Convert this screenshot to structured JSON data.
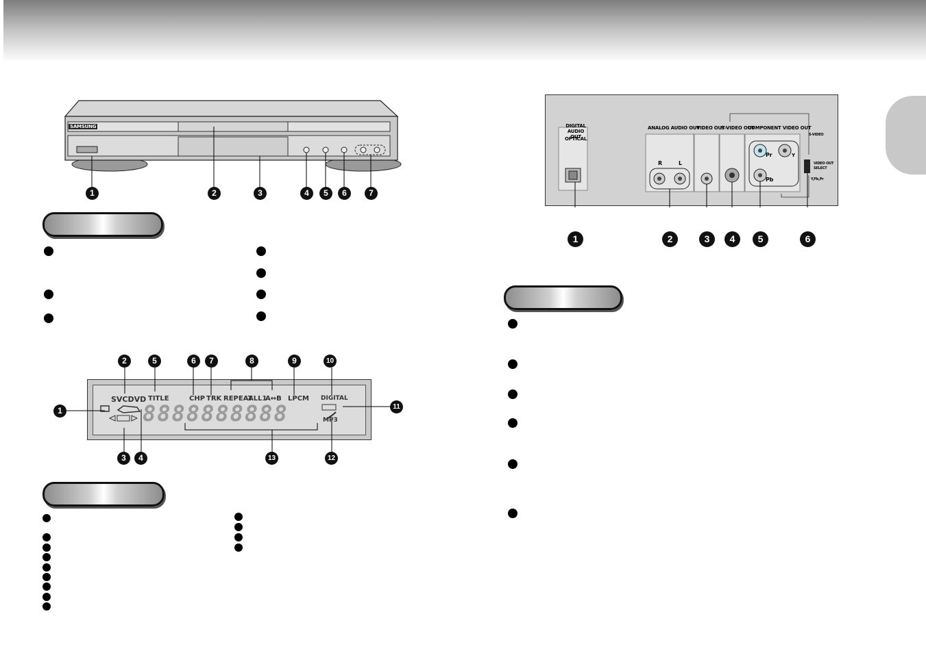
{
  "front_panel": {
    "brand": "SAMSUNG",
    "callouts": [
      "1",
      "2",
      "3",
      "4",
      "5",
      "6",
      "7"
    ]
  },
  "rear_panel": {
    "labels": {
      "digital_audio_out": "DIGITAL AUDIO OUT",
      "optical": "OPTICAL",
      "analog_audio_out": "ANALOG AUDIO OUT",
      "r": "R",
      "l": "L",
      "video_out": "VIDEO OUT",
      "s_video_out": "S-VIDEO OUT",
      "component_video_out": "COMPONENT VIDEO OUT",
      "pr": "Pr",
      "y": "Y",
      "pb": "Pb",
      "s_video": "S-VIDEO",
      "video_out_select": "VIDEO OUT SELECT",
      "y_pb_pr": "Y,Pb,Pr"
    },
    "callouts": [
      "1",
      "2",
      "3",
      "4",
      "5",
      "6"
    ]
  },
  "display": {
    "svc_dvd": "SVCDVD",
    "title": "TITLE",
    "chp": "CHP",
    "trk": "TRK",
    "repeat": "REPEAT",
    "all": "ALL1",
    "a_b": "A↔B",
    "lpcm": "LPCM",
    "digital": "DIGITAL",
    "mp3": "MP3",
    "digits": "8888888888",
    "callouts": [
      "1",
      "2",
      "3",
      "4",
      "5",
      "6",
      "7",
      "8",
      "9",
      "10",
      "11",
      "12",
      "13"
    ]
  }
}
